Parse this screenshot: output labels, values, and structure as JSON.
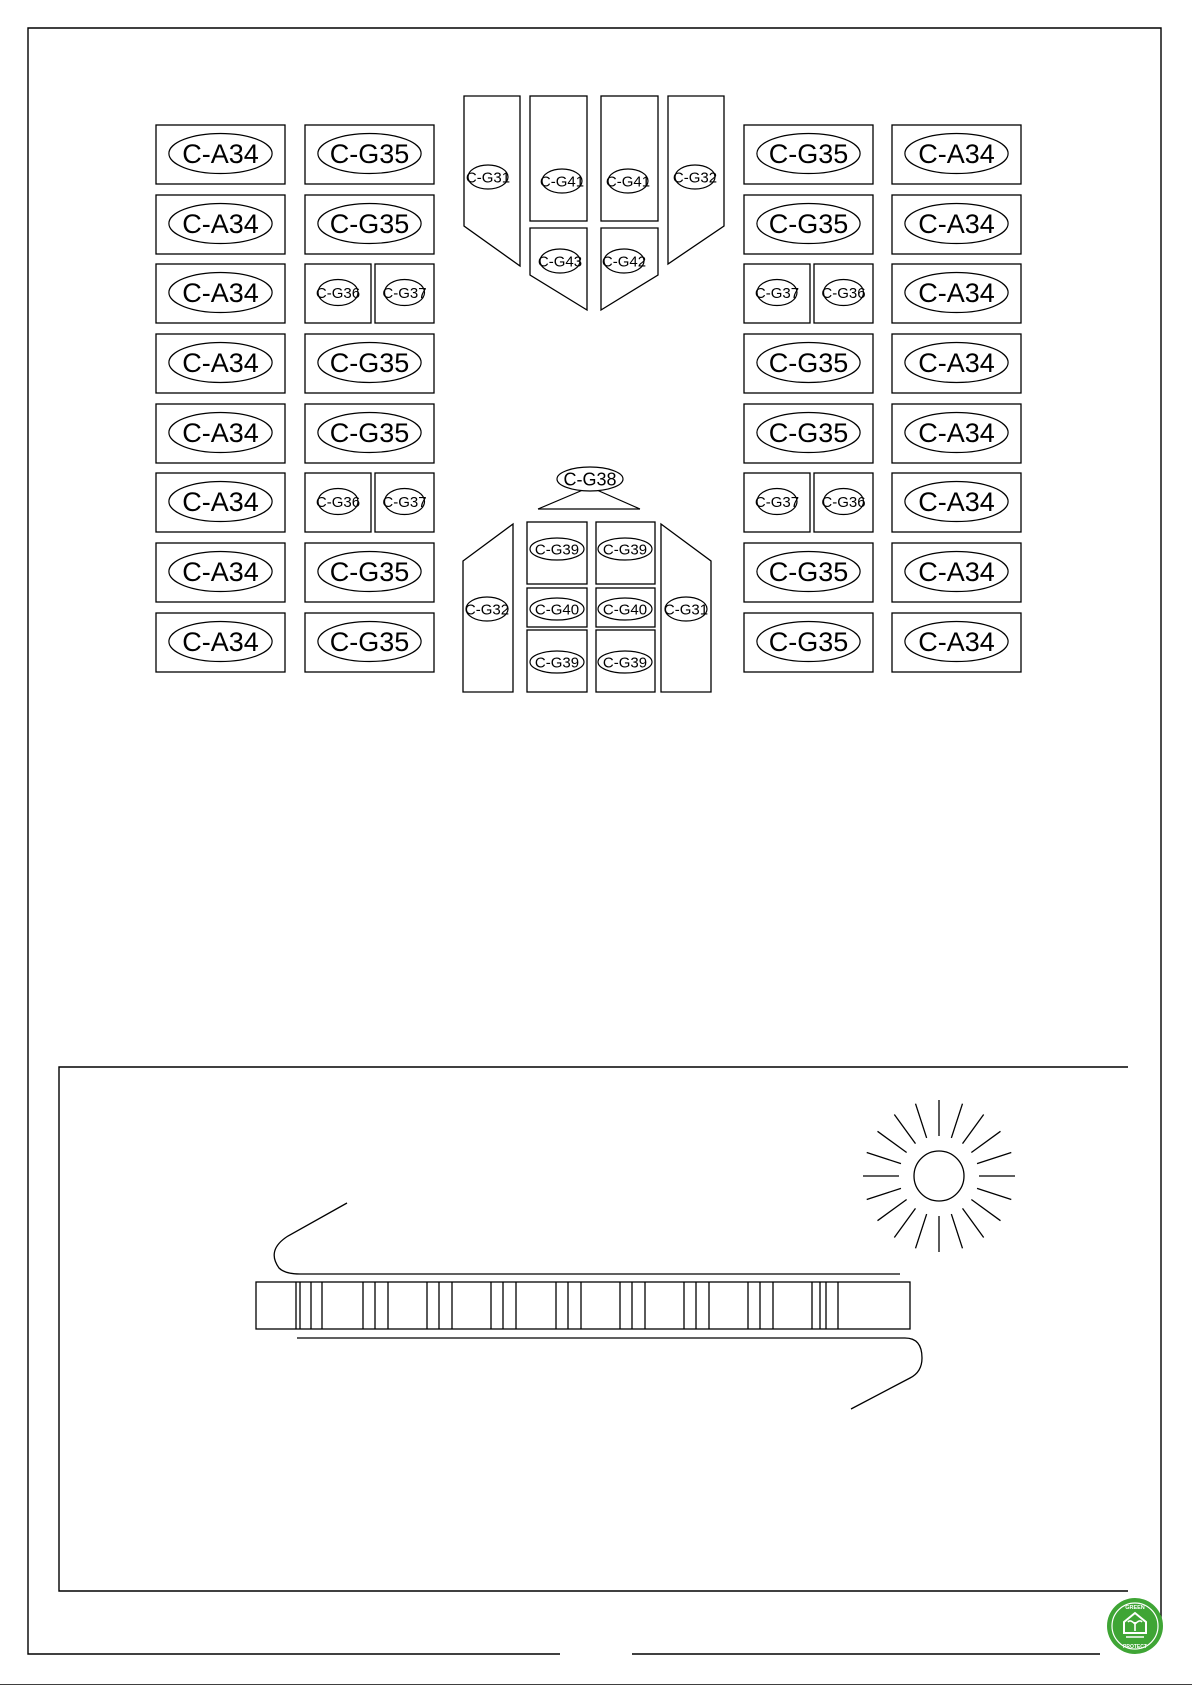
{
  "parts": {
    "a34": "C-A34",
    "g31": "C-G31",
    "g32": "C-G32",
    "g35": "C-G35",
    "g36": "C-G36",
    "g37": "C-G37",
    "g38": "C-G38",
    "g39": "C-G39",
    "g40": "C-G40",
    "g41": "C-G41",
    "g42": "C-G42",
    "g43": "C-G43"
  },
  "left_columns": {
    "outer": [
      "a34",
      "a34",
      "a34",
      "a34",
      "a34",
      "a34",
      "a34",
      "a34"
    ],
    "inner": [
      "g35",
      "g35",
      "split",
      "g35",
      "g35",
      "split",
      "g35",
      "g35"
    ]
  },
  "right_columns": {
    "inner": [
      "g35",
      "g35",
      "split",
      "g35",
      "g35",
      "split",
      "g35",
      "g35"
    ],
    "outer": [
      "a34",
      "a34",
      "a34",
      "a34",
      "a34",
      "a34",
      "a34",
      "a34"
    ]
  },
  "left_split_order": [
    "g36",
    "g37"
  ],
  "right_split_order": [
    "g37",
    "g36"
  ],
  "top_group": {
    "tall": [
      "g31",
      "g41",
      "g41",
      "g32"
    ],
    "lower": [
      "g43",
      "g42"
    ]
  },
  "bottom_group": {
    "header": "g38",
    "sides": [
      "g32",
      "g31"
    ],
    "grid": [
      [
        "g39",
        "g39"
      ],
      [
        "g40",
        "g40"
      ],
      [
        "g39",
        "g39"
      ]
    ]
  },
  "badge_color": "#3fa535",
  "badge_text_top": "GREEN",
  "badge_text_bottom": "PROTECT"
}
